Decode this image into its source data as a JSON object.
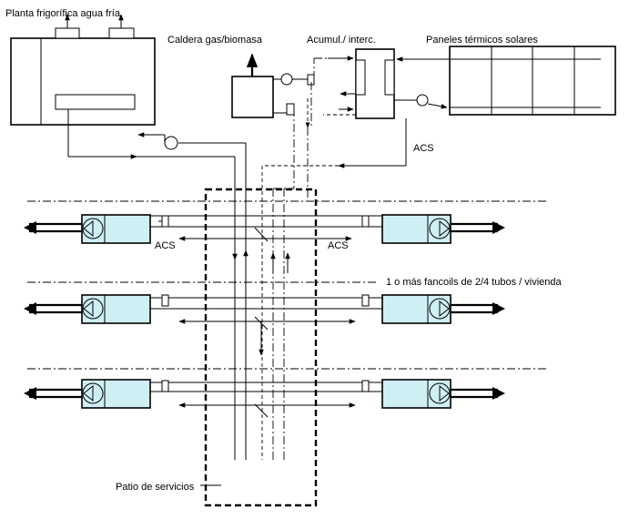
{
  "labels": {
    "chiller": "Planta frigorífica  agua fría",
    "boiler": "Caldera  gas/biomasa",
    "accumulator": "Acumul./ interc.",
    "solar_panels": "Paneles térmicos solares",
    "acs_top": "ACS",
    "acs_left": "ACS",
    "acs_right": "ACS",
    "fancoils": "1 o más fancoils de 2/4 tubos / vivienda",
    "patio": "Patio de servicios"
  }
}
